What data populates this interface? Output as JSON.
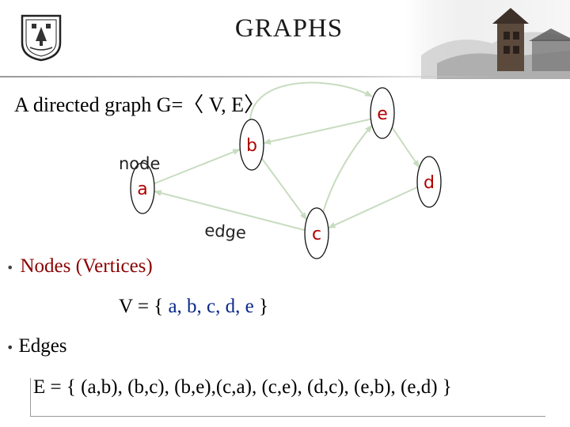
{
  "slide": {
    "title": "GRAPHS",
    "subtitle_prefix": "A directed graph G=",
    "subtitle_open": "〈",
    "subtitle_mid": " V, E",
    "subtitle_close": "〉"
  },
  "graph": {
    "nodes": [
      {
        "id": "a",
        "label": "a"
      },
      {
        "id": "b",
        "label": "b"
      },
      {
        "id": "c",
        "label": "c"
      },
      {
        "id": "d",
        "label": "d"
      },
      {
        "id": "e",
        "label": "e"
      }
    ],
    "edges": [
      {
        "from": "a",
        "to": "b"
      },
      {
        "from": "b",
        "to": "c"
      },
      {
        "from": "b",
        "to": "e"
      },
      {
        "from": "c",
        "to": "a"
      },
      {
        "from": "c",
        "to": "e"
      },
      {
        "from": "d",
        "to": "c"
      },
      {
        "from": "e",
        "to": "b"
      },
      {
        "from": "e",
        "to": "d"
      }
    ],
    "node_note": "node",
    "edge_note": "edge"
  },
  "bullets": {
    "nodes_heading": "Nodes (Vertices)",
    "vertex_set_prefix": "V = { ",
    "vertex_set_items": "a, b, c, d, e",
    "vertex_set_suffix": " }",
    "edges_heading": "Edges",
    "edge_set": "E = { (a,b), (b,c), (b,e),(c,a), (c,e), (d,c), (e,b), (e,d) }",
    "bullet_glyph": "•"
  },
  "colors": {
    "node_label": "#b00000",
    "nodes_heading": "#8b0000",
    "edge_stroke": "#c8dcc0",
    "vertex_items": "#0b2a8a"
  }
}
